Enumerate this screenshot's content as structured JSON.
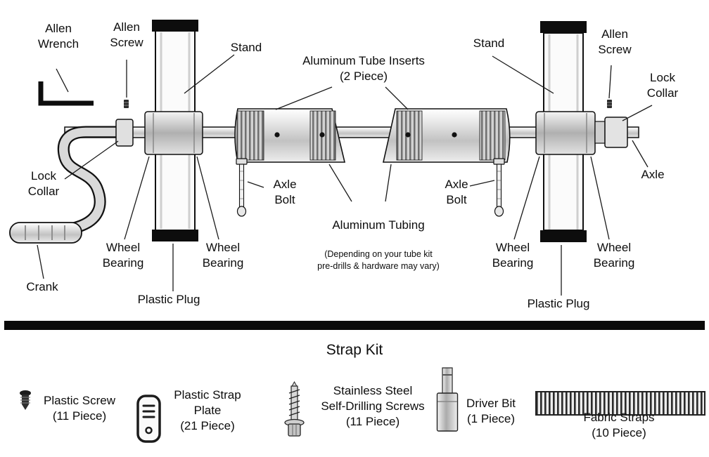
{
  "diagram": {
    "labels": {
      "allen_wrench": "Allen\nWrench",
      "allen_screw_left": "Allen\nScrew",
      "stand_left": "Stand",
      "aluminum_tube_inserts": "Aluminum Tube Inserts\n(2 Piece)",
      "stand_right": "Stand",
      "allen_screw_right": "Allen\nScrew",
      "lock_collar_right": "Lock\nCollar",
      "axle_right": "Axle",
      "lock_collar_left": "Lock\nCollar",
      "axle_bolt_left": "Axle\nBolt",
      "axle_bolt_right": "Axle\nBolt",
      "aluminum_tubing": "Aluminum Tubing",
      "aluminum_tubing_note": "(Depending on your tube kit\npre-drills & hardware may vary)",
      "wheel_bearing_left_outer": "Wheel\nBearing",
      "wheel_bearing_left_inner": "Wheel\nBearing",
      "crank": "Crank",
      "plastic_plug_left": "Plastic Plug",
      "wheel_bearing_right_inner": "Wheel\nBearing",
      "wheel_bearing_right_outer": "Wheel\nBearing",
      "plastic_plug_right": "Plastic Plug"
    }
  },
  "strap_kit": {
    "title": "Strap Kit",
    "items": [
      {
        "icon": "plastic-screw-icon",
        "label": "Plastic Screw\n(11 Piece)"
      },
      {
        "icon": "strap-plate-icon",
        "label": "Plastic Strap\nPlate\n(21 Piece)"
      },
      {
        "icon": "self-drilling-screw-icon",
        "label": "Stainless Steel\nSelf-Drilling Screws\n(11 Piece)"
      },
      {
        "icon": "driver-bit-icon",
        "label": "Driver Bit\n(1 Piece)"
      },
      {
        "icon": "fabric-straps-icon",
        "label": "Fabric Straps\n(10 Piece)"
      }
    ]
  },
  "colors": {
    "ink": "#0d0d0d",
    "metal_light": "#f2f2f2",
    "metal_mid": "#c2c2c2",
    "divider": "#0a0a0a"
  }
}
